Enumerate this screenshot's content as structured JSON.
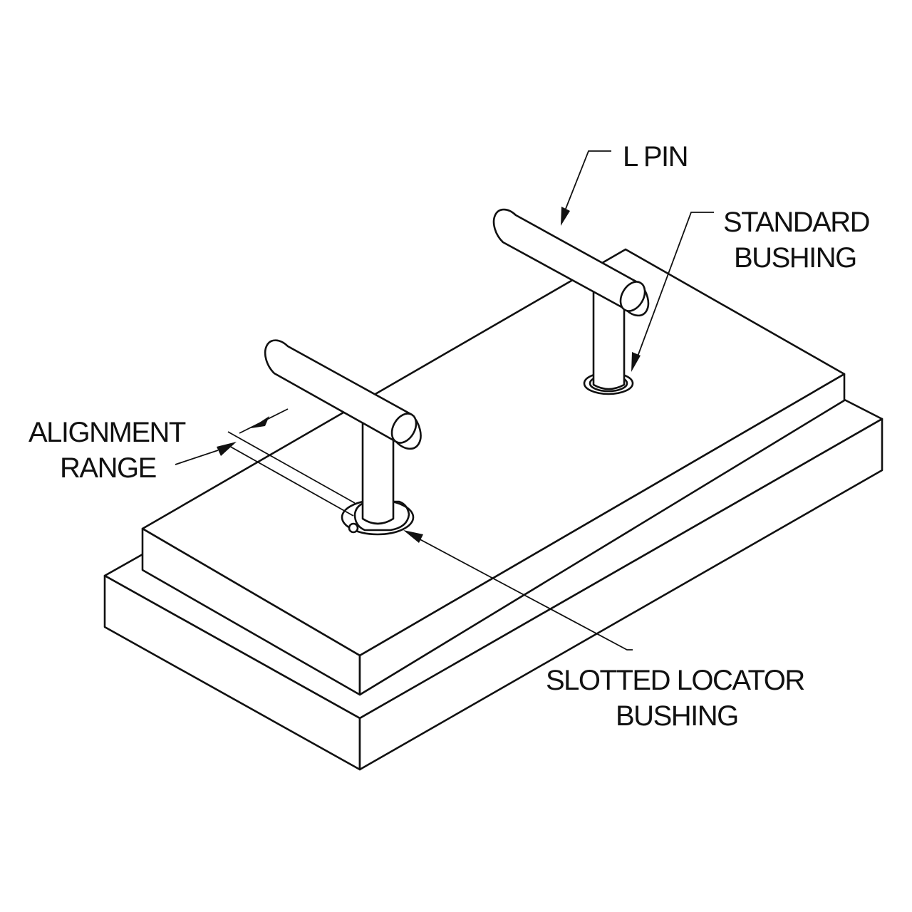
{
  "labels": {
    "l_pin": "L PIN",
    "standard_bushing_1": "STANDARD",
    "standard_bushing_2": "BUSHING",
    "alignment_range_1": "ALIGNMENT",
    "alignment_range_2": "RANGE",
    "slotted_locator_1": "SLOTTED LOCATOR",
    "slotted_locator_2": "BUSHING"
  },
  "colors": {
    "line": "#111111",
    "background": "#ffffff"
  }
}
